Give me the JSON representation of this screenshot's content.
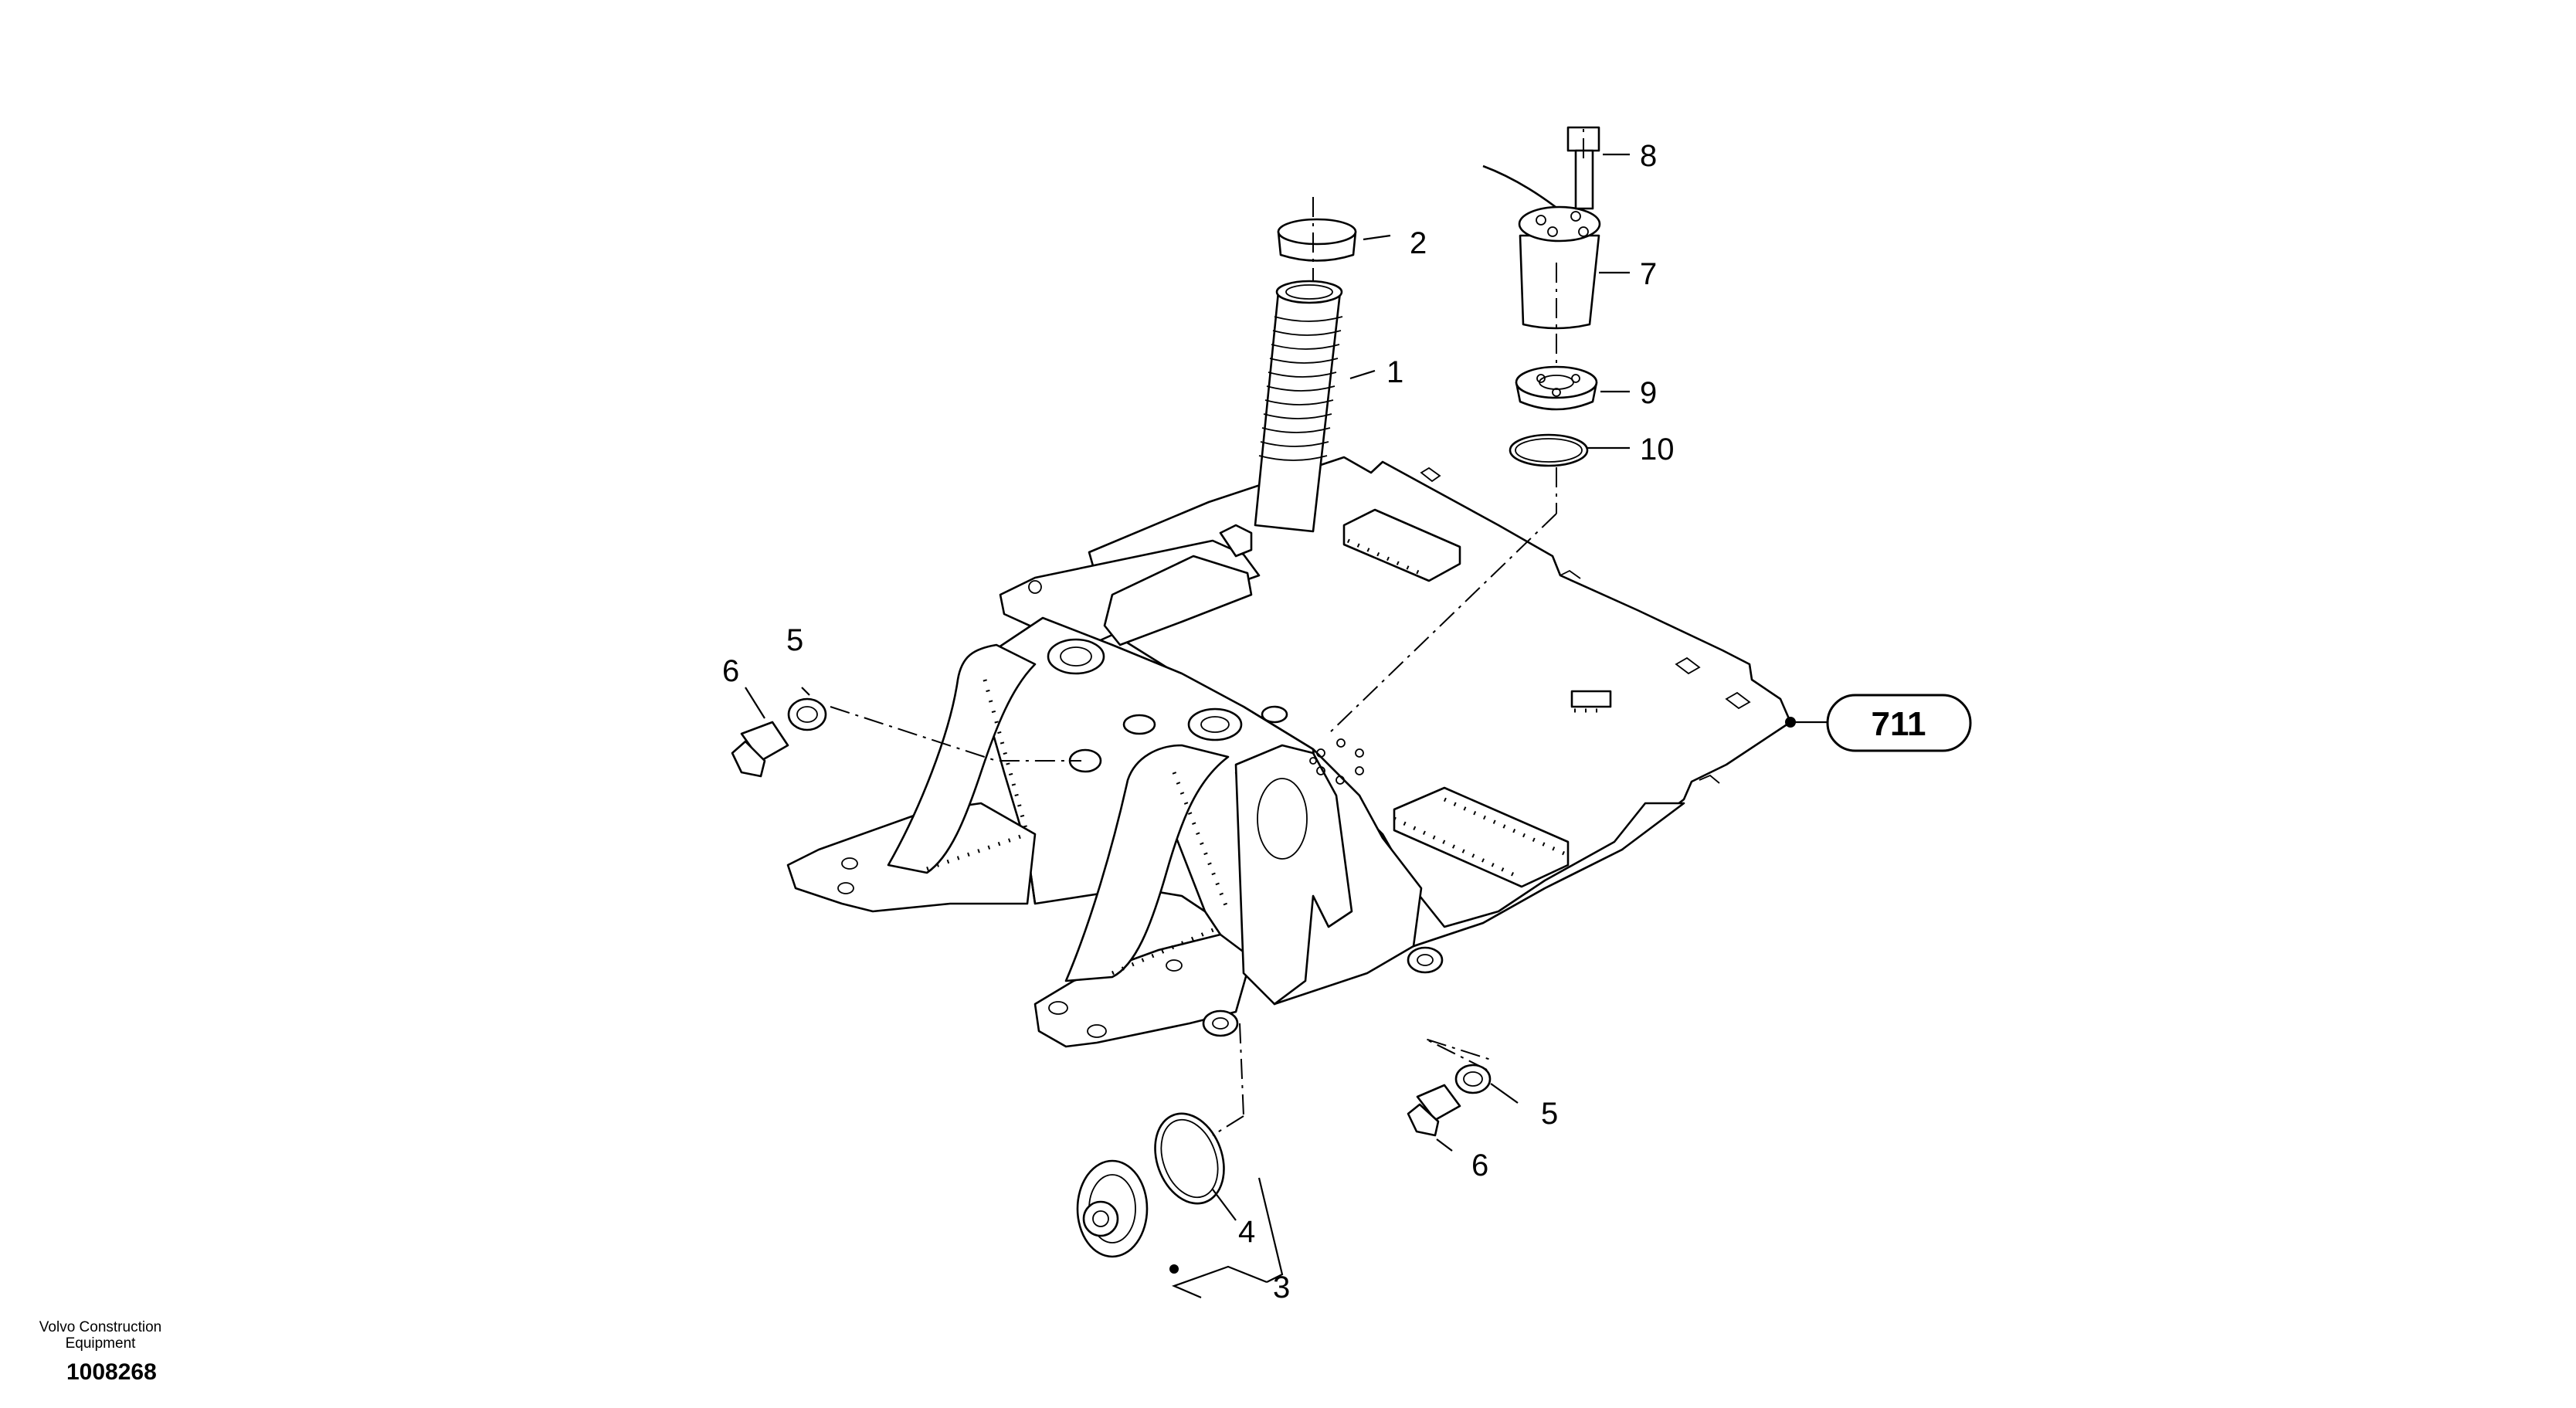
{
  "callouts": [
    "1",
    "2",
    "3",
    "4",
    "5",
    "5",
    "6",
    "6",
    "7",
    "8",
    "9",
    "10"
  ],
  "reference_label": "711",
  "footer": {
    "maker_line1": "Volvo Construction",
    "maker_line2": "Equipment",
    "drawing_number": "1008268"
  }
}
